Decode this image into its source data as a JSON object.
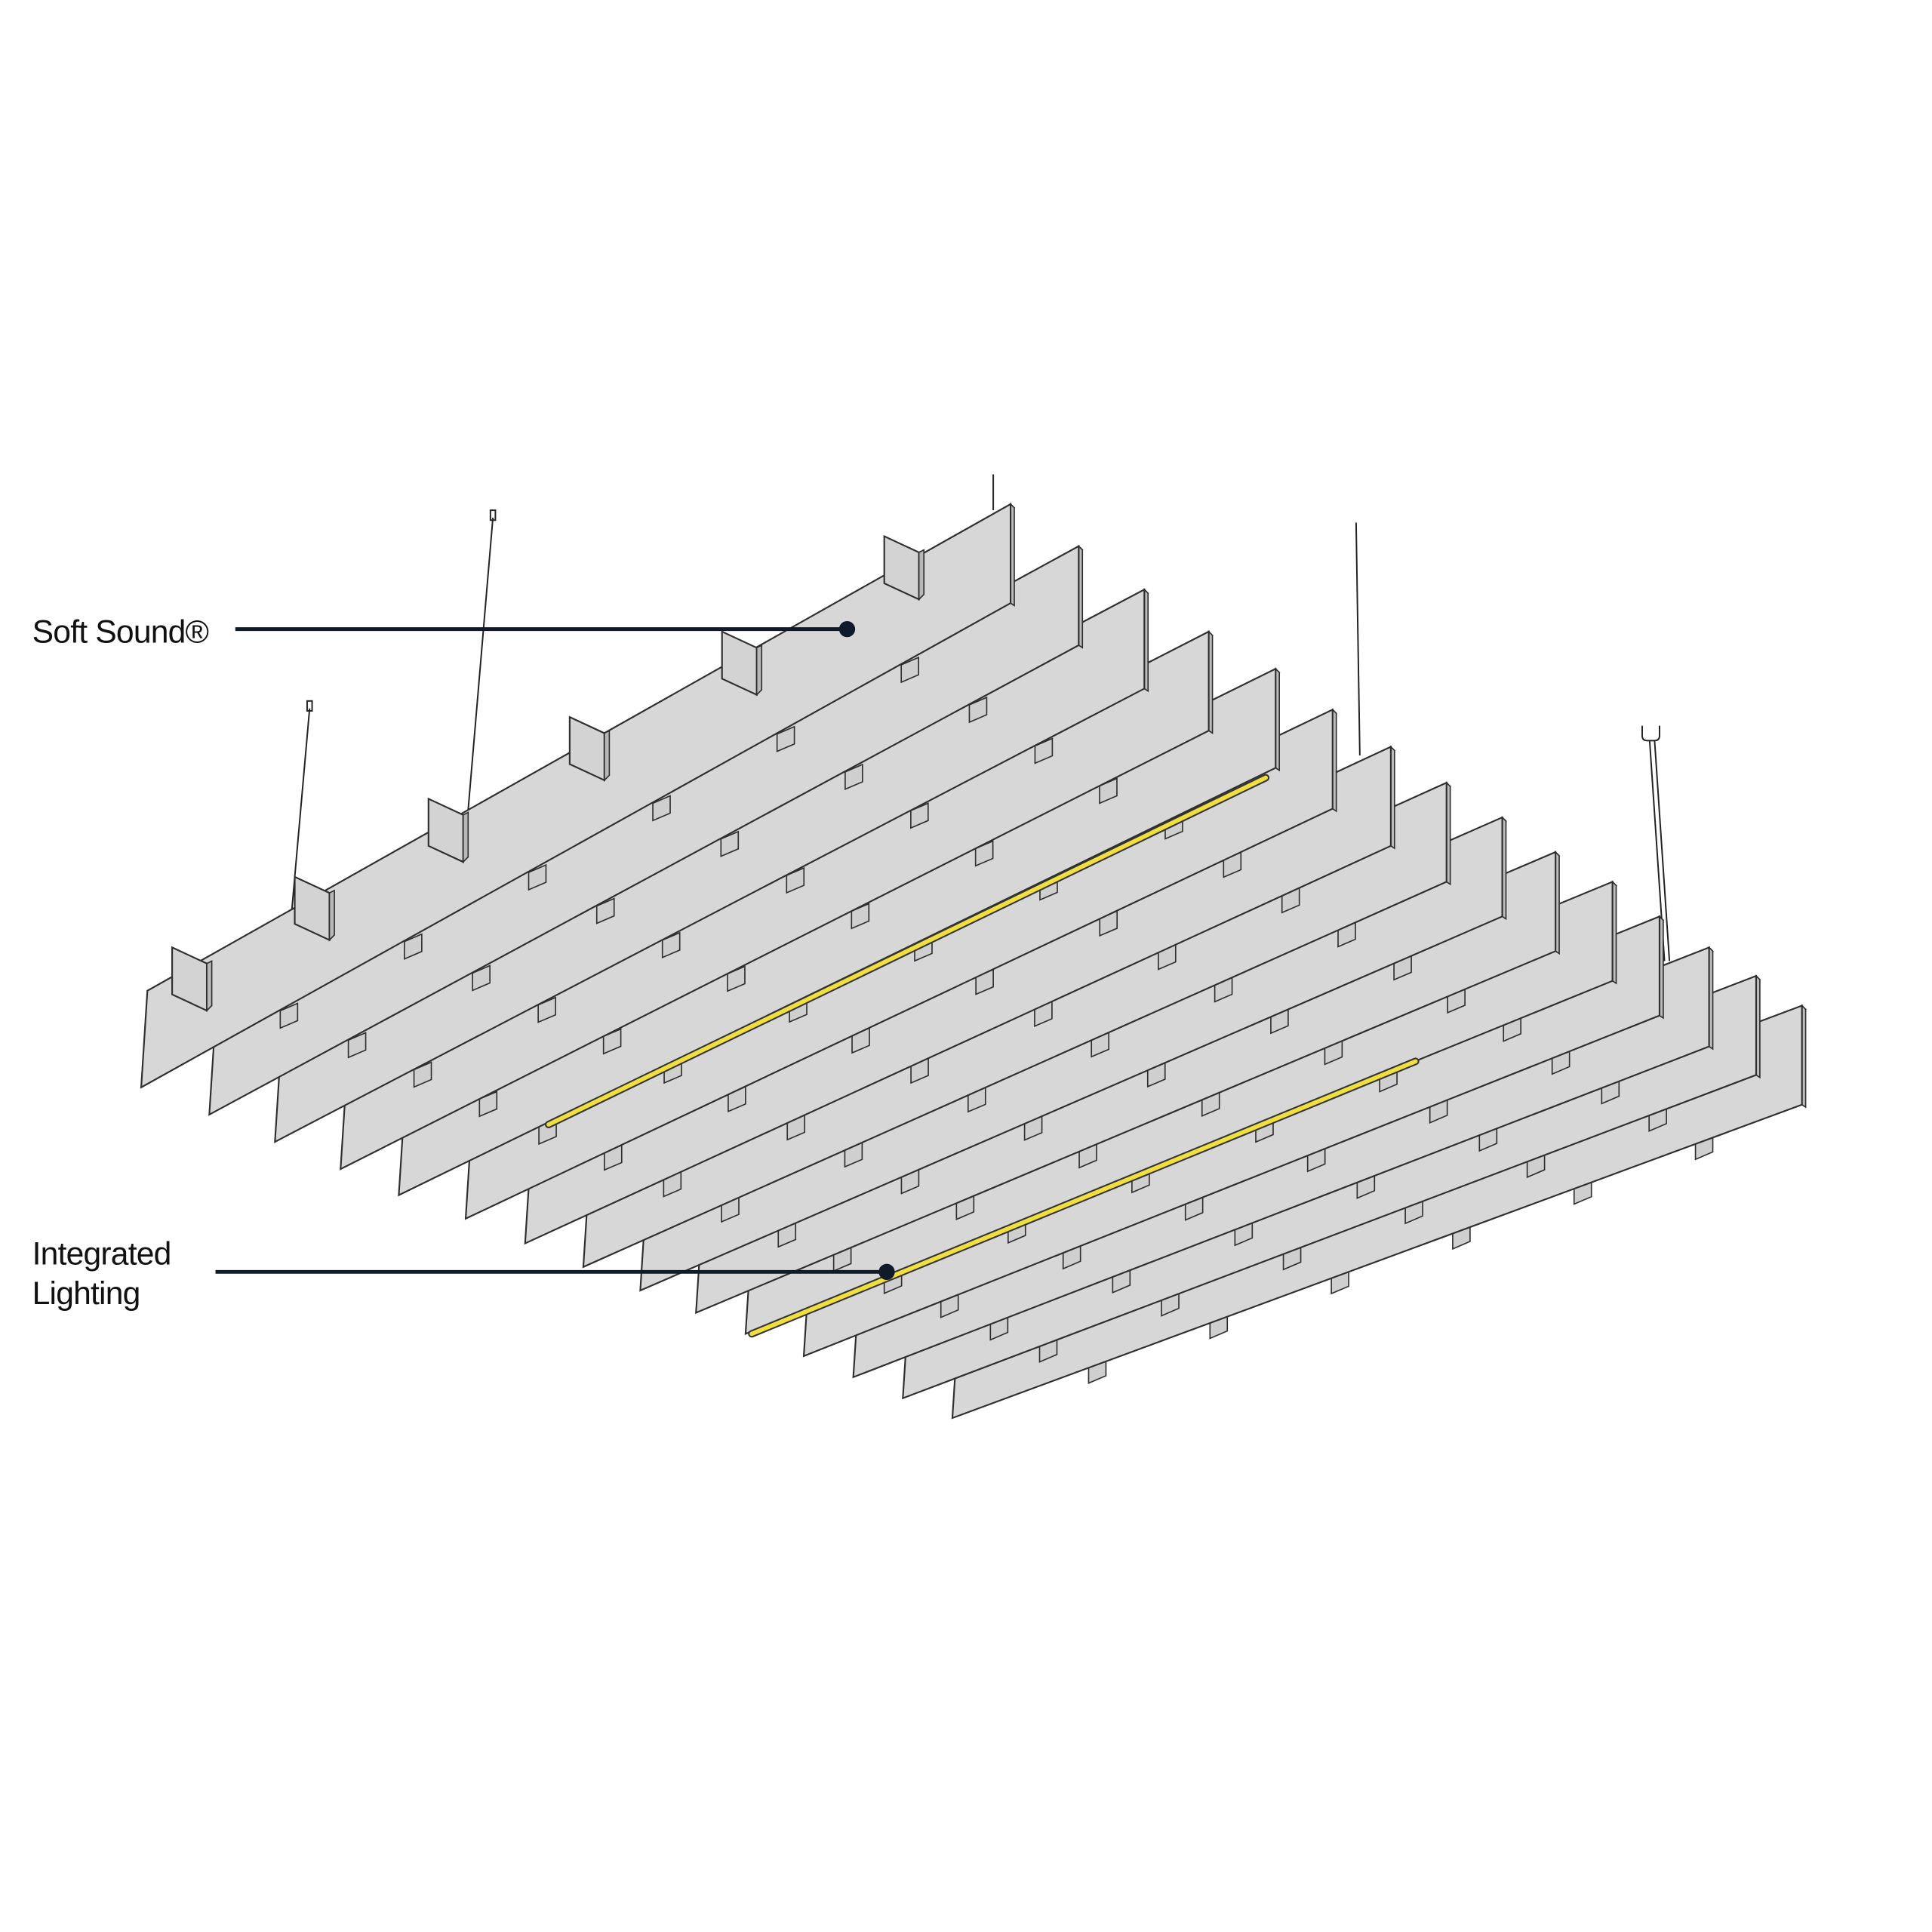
{
  "callouts": {
    "soft_sound": "Soft Sound®",
    "integrated_lighting_line1": "Integrated",
    "integrated_lighting_line2": "Lighting"
  },
  "baffle_count": 15,
  "lit_baffles": [
    5,
    11
  ],
  "colors": {
    "panel": "#d7d7d7",
    "panel_edge": "#bdbdbd",
    "outline": "#2e2e2e",
    "lighting": "#f1de3f",
    "callout": "#0f1a2b"
  }
}
